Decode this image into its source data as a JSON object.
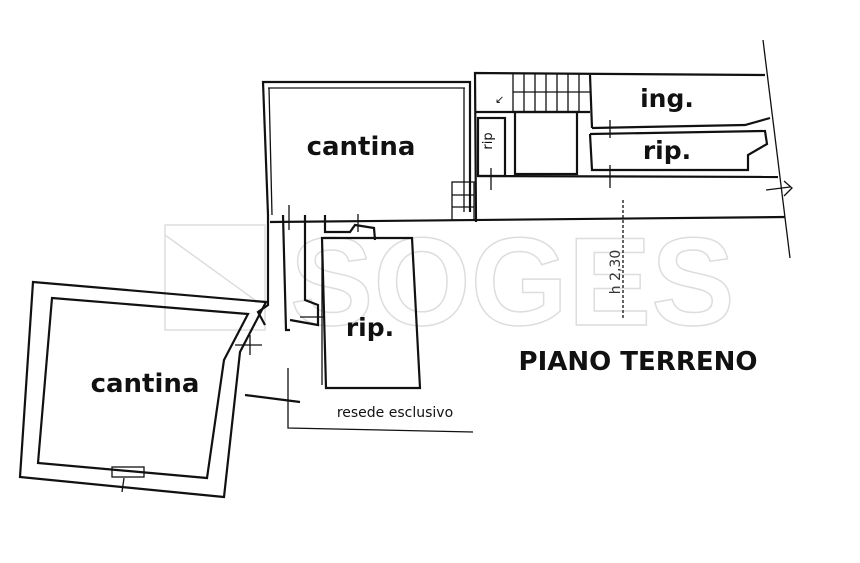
{
  "plan": {
    "title": "PIANO TERRENO",
    "rooms": [
      {
        "label": "cantina"
      },
      {
        "label": "ing."
      },
      {
        "label": "rip."
      },
      {
        "label": "rip."
      },
      {
        "label": "cantina"
      },
      {
        "label": "rip"
      }
    ],
    "yard_label": "resede esclusivo",
    "height_note": "h 2,30",
    "watermark": "SOGES"
  }
}
